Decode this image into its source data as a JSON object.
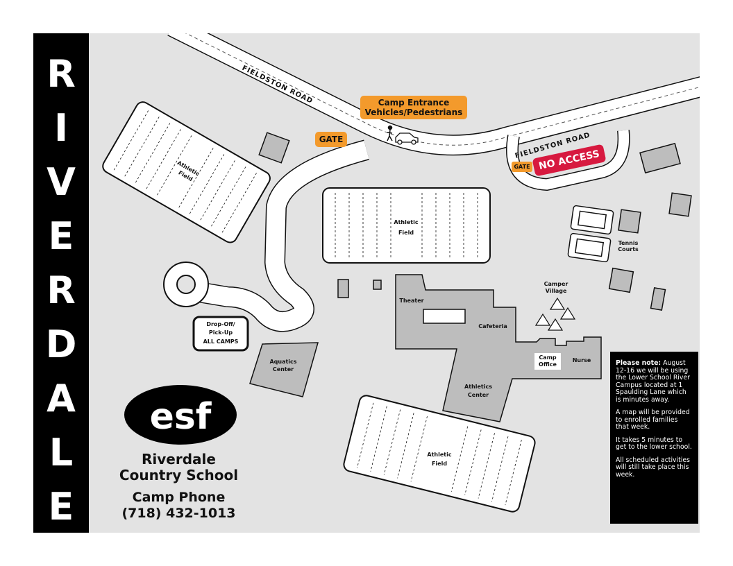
{
  "title_letters": [
    "R",
    "I",
    "V",
    "E",
    "R",
    "D",
    "A",
    "L",
    "E"
  ],
  "roads": {
    "upper": "FIELDSTON ROAD",
    "lower": "FIELDSTON ROAD"
  },
  "entrance": {
    "line1": "Camp Entrance",
    "line2": "Vehicles/Pedestrians"
  },
  "gate_main": "GATE",
  "gate_small": "GATE",
  "no_access": "NO ACCESS",
  "fields": {
    "top_left": [
      "Athletic",
      "Field"
    ],
    "center": [
      "Athletic",
      "Field"
    ],
    "bottom": [
      "Athletic",
      "Field"
    ]
  },
  "tennis": [
    "Tennis",
    "Courts"
  ],
  "camper_village": [
    "Camper",
    "Village"
  ],
  "buildings": {
    "theater": "Theater",
    "cafeteria": "Cafeteria",
    "camp_office": [
      "Camp",
      "Office"
    ],
    "nurse": "Nurse",
    "athletics_center": [
      "Athletics",
      "Center"
    ],
    "aquatics_center": [
      "Aquatics",
      "Center"
    ]
  },
  "dropoff": [
    "Drop-Off/",
    "Pick-Up",
    "ALL CAMPS"
  ],
  "logo": "esf",
  "school": [
    "Riverdale",
    "Country School"
  ],
  "phone": {
    "label": "Camp Phone",
    "number": "(718) 432-1013"
  },
  "note": {
    "heading": "Please note:",
    "p1": " August 12-16 we will be using the Lower School River Campus located at 1 Spaulding Lane which is minutes away.",
    "p2": "A map will be provided to enrolled families that week.",
    "p3": "It takes 5 minutes to get to the lower school.",
    "p4": "All scheduled activities will still take place this week."
  },
  "colors": {
    "orange": "#f39a2c",
    "red": "#d7193f",
    "building": "#bdbdbd",
    "ground": "#e3e3e3"
  }
}
